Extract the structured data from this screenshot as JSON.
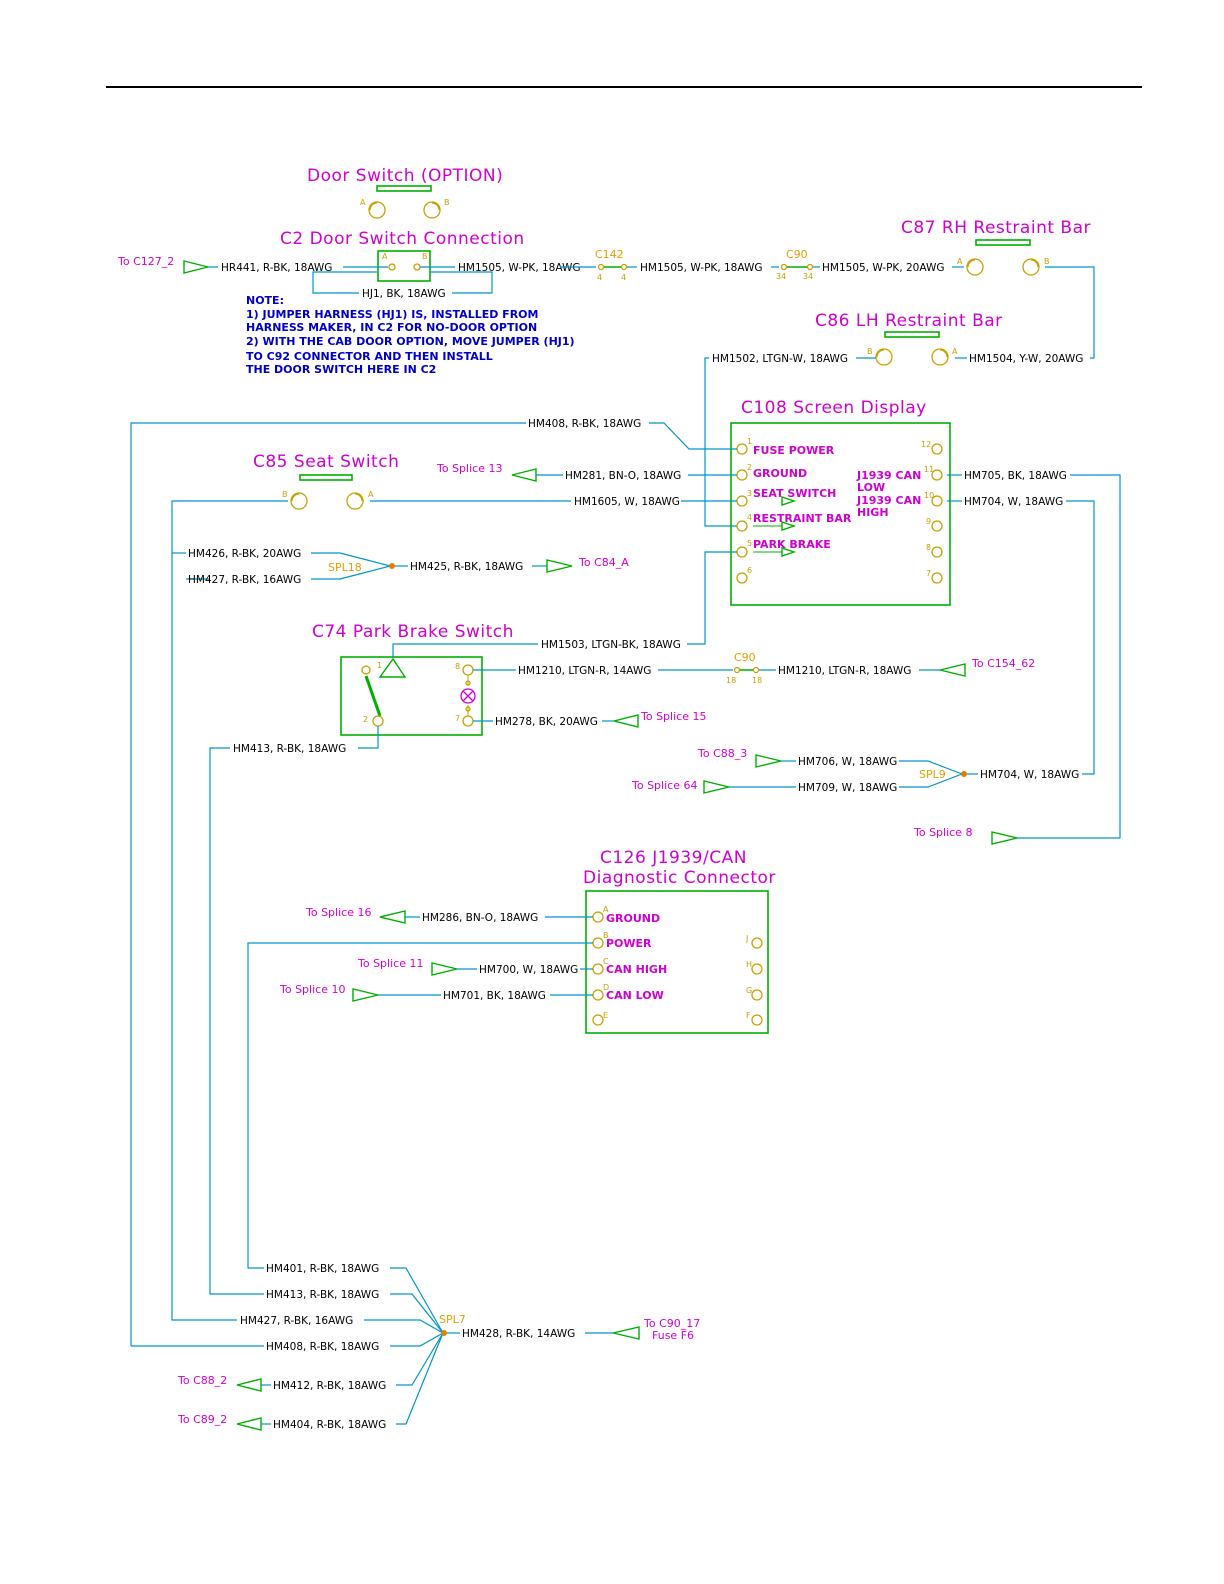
{
  "titles": {
    "door_switch": "Door Switch (OPTION)",
    "c2": "C2 Door Switch Connection",
    "c87": "C87 RH Restraint Bar",
    "c86": "C86 LH Restraint Bar",
    "c108": "C108 Screen Display",
    "c85": "C85 Seat Switch",
    "c74": "C74 Park Brake Switch",
    "c126_line1": "C126 J1939/CAN",
    "c126_line2": "Diagnostic Connector"
  },
  "note": [
    "NOTE:",
    "1) JUMPER HARNESS (HJ1) IS, INSTALLED FROM",
    "HARNESS MAKER, IN C2 FOR NO-DOOR OPTION",
    "2) WITH THE CAB DOOR OPTION, MOVE JUMPER (HJ1)",
    "TO C92 CONNECTOR AND THEN INSTALL",
    "THE DOOR SWITCH HERE IN C2"
  ],
  "c108_pins": [
    "FUSE POWER",
    "GROUND",
    "SEAT SWITCH",
    "RESTRAINT BAR",
    "PARK BRAKE"
  ],
  "c108_can": {
    "l1": "J1939 CAN",
    "l2": "LOW",
    "l3": "J1939 CAN",
    "l4": "HIGH"
  },
  "c108_pin_numbers": [
    "1",
    "2",
    "3",
    "4",
    "5",
    "6",
    "12",
    "11",
    "10",
    "9",
    "8",
    "7"
  ],
  "c126_pins": [
    "GROUND",
    "POWER",
    "CAN HIGH",
    "CAN LOW"
  ],
  "c126_pin_letters": [
    "A",
    "B",
    "C",
    "D",
    "E",
    "J",
    "H",
    "G",
    "F"
  ],
  "pin_letters": {
    "a": "A",
    "b": "B"
  },
  "connectors": {
    "c142": "C142",
    "c90a": "C90",
    "c90b": "C90"
  },
  "connector_pins": {
    "c142_l": "4",
    "c142_r": "4",
    "c90a_l": "34",
    "c90a_r": "34",
    "c90b_l": "18",
    "c90b_r": "18"
  },
  "c74_pins": {
    "p1": "1",
    "p2": "2",
    "p7": "7",
    "p8": "8"
  },
  "splices": {
    "spl18": "SPL18",
    "spl9": "SPL9",
    "spl7": "SPL7"
  },
  "refs": {
    "c127": "To C127_2",
    "splice13": "To Splice 13",
    "c84": "To C84_A",
    "c154": "To C154_62",
    "splice15": "To Splice 15",
    "c88_3": "To C88_3",
    "splice64": "To Splice 64",
    "splice8": "To Splice 8",
    "splice16": "To Splice 16",
    "splice11": "To Splice 11",
    "splice10": "To Splice 10",
    "c90_17": "To C90_17",
    "fuse": "Fuse F6",
    "c88_2": "To C88_2",
    "c89_2": "To C89_2"
  },
  "wires": {
    "hr441": "HR441, R-BK, 18AWG",
    "hm1505a": "HM1505, W-PK, 18AWG",
    "hm1505b": "HM1505, W-PK, 18AWG",
    "hm1505c": "HM1505, W-PK, 20AWG",
    "hj1": "HJ1, BK, 18AWG",
    "hm1502": "HM1502, LTGN-W, 18AWG",
    "hm1504": "HM1504, Y-W, 20AWG",
    "hm408a": "HM408, R-BK, 18AWG",
    "hm281": "HM281, BN-O, 18AWG",
    "hm1605": "HM1605, W, 18AWG",
    "hm705": "HM705, BK, 18AWG",
    "hm704a": "HM704, W, 18AWG",
    "hm426": "HM426, R-BK, 20AWG",
    "hm427a": "HM427, R-BK, 16AWG",
    "hm425": "HM425, R-BK, 18AWG",
    "hm1503": "HM1503, LTGN-BK, 18AWG",
    "hm1210a": "HM1210, LTGN-R, 14AWG",
    "hm1210b": "HM1210, LTGN-R, 18AWG",
    "hm278": "HM278, BK, 20AWG",
    "hm413a": "HM413, R-BK, 18AWG",
    "hm706": "HM706, W, 18AWG",
    "hm709": "HM709, W, 18AWG",
    "hm704b": "HM704, W, 18AWG",
    "hm286": "HM286, BN-O, 18AWG",
    "hm700": "HM700, W, 18AWG",
    "hm701": "HM701, BK, 18AWG",
    "hm401": "HM401, R-BK, 18AWG",
    "hm413b": "HM413, R-BK, 18AWG",
    "hm427b": "HM427, R-BK, 16AWG",
    "hm408b": "HM408, R-BK, 18AWG",
    "hm428": "HM428, R-BK, 14AWG",
    "hm412": "HM412, R-BK, 18AWG",
    "hm404": "HM404, R-BK, 18AWG"
  },
  "colors": {
    "wire": "#0096c8",
    "connector": "#00b000",
    "label": "#d000d0",
    "note": "#0000c8",
    "pin": "#c8a000",
    "splice": "#e08000"
  }
}
